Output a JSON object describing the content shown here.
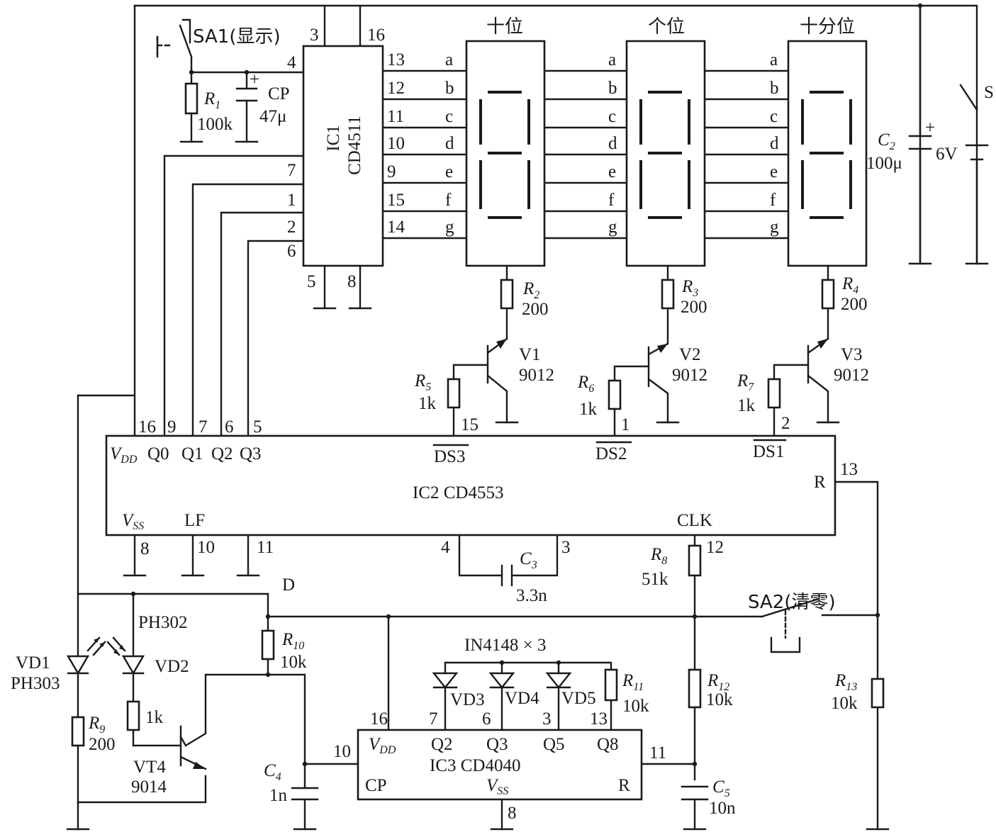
{
  "digits": {
    "tens": "十位",
    "ones": "个位",
    "tenths": "十分位",
    "segments": [
      "a",
      "b",
      "c",
      "d",
      "e",
      "f",
      "g"
    ]
  },
  "ic1": {
    "name": "IC1",
    "part": "CD4511",
    "pins": {
      "p3": "3",
      "p16": "16",
      "p4": "4",
      "p7": "7",
      "p1": "1",
      "p2": "2",
      "p6": "6",
      "p5": "5",
      "p8": "8"
    },
    "outpins": [
      "13",
      "12",
      "11",
      "10",
      "9",
      "15",
      "14"
    ]
  },
  "ic2": {
    "title": "IC2 CD4553",
    "vdd": "V",
    "vdd_sub": "DD",
    "q0": "Q0",
    "q1": "Q1",
    "q2": "Q2",
    "q3": "Q3",
    "pin16": "16",
    "pin9": "9",
    "pin7": "7",
    "pin6": "6",
    "pin5": "5",
    "ds3": "DS3",
    "ds2": "DS2",
    "ds1": "DS1",
    "pin15": "15",
    "pin1": "1",
    "pin2": "2",
    "r": "R",
    "pin13": "13",
    "vss": "V",
    "vss_sub": "SS",
    "lf": "LF",
    "clk": "CLK",
    "pin8": "8",
    "pin10": "10",
    "pin11": "11",
    "pin4": "4",
    "pin3": "3",
    "pin12": "12"
  },
  "ic3": {
    "title": "IC3 CD4040",
    "vdd": "V",
    "vdd_sub": "DD",
    "q2": "Q2",
    "q3": "Q3",
    "q5": "Q5",
    "q8": "Q8",
    "cp": "CP",
    "vss": "V",
    "vss_sub": "SS",
    "r": "R",
    "pin16": "16",
    "pin7": "7",
    "pin6": "6",
    "pin3": "3",
    "pin13": "13",
    "pin10": "10",
    "pin11": "11",
    "pin8": "8"
  },
  "switches": {
    "sa1": "SA1(显示)",
    "sa2": "SA2(清零)",
    "s": "S"
  },
  "caps": {
    "cp_name": "CP",
    "cp_val": "47μ",
    "c2": "C",
    "c2_sub": "2",
    "c2_val": "100μ",
    "battery": "6V",
    "c3": "C",
    "c3_sub": "3",
    "c3_val": "3.3n",
    "c4": "C",
    "c4_sub": "4",
    "c4_val": "1n",
    "c5": "C",
    "c5_sub": "5",
    "c5_val": "10n",
    "plus": "+"
  },
  "resistors": {
    "r1": "R",
    "r1_sub": "1",
    "r1_val": "100k",
    "r2": "R",
    "r2_sub": "2",
    "r2_val": "200",
    "r3": "R",
    "r3_sub": "3",
    "r3_val": "200",
    "r4": "R",
    "r4_sub": "4",
    "r4_val": "200",
    "r5": "R",
    "r5_sub": "5",
    "r5_val": "1k",
    "r6": "R",
    "r6_sub": "6",
    "r6_val": "1k",
    "r7": "R",
    "r7_sub": "7",
    "r7_val": "1k",
    "r8": "R",
    "r8_sub": "8",
    "r8_val": "51k",
    "r9": "R",
    "r9_sub": "9",
    "r9_val": "200",
    "r10": "R",
    "r10_sub": "10",
    "r10_val": "10k",
    "r11": "R",
    "r11_sub": "11",
    "r11_val": "10k",
    "r12": "R",
    "r12_sub": "12",
    "r12_val": "10k",
    "r13": "R",
    "r13_sub": "13",
    "r13_val": "10k",
    "r_vt4": "1k"
  },
  "transistors": {
    "v1": "V1",
    "v1_part": "9012",
    "v2": "V2",
    "v2_part": "9012",
    "v3": "V3",
    "v3_part": "9012",
    "vt4": "VT4",
    "vt4_part": "9014"
  },
  "diodes": {
    "ph302": "PH302",
    "vd1": "VD1",
    "ph303": "PH303",
    "vd2": "VD2",
    "in4148": "IN4148 × 3",
    "vd3": "VD3",
    "vd4": "VD4",
    "vd5": "VD5",
    "node_d": "D"
  }
}
